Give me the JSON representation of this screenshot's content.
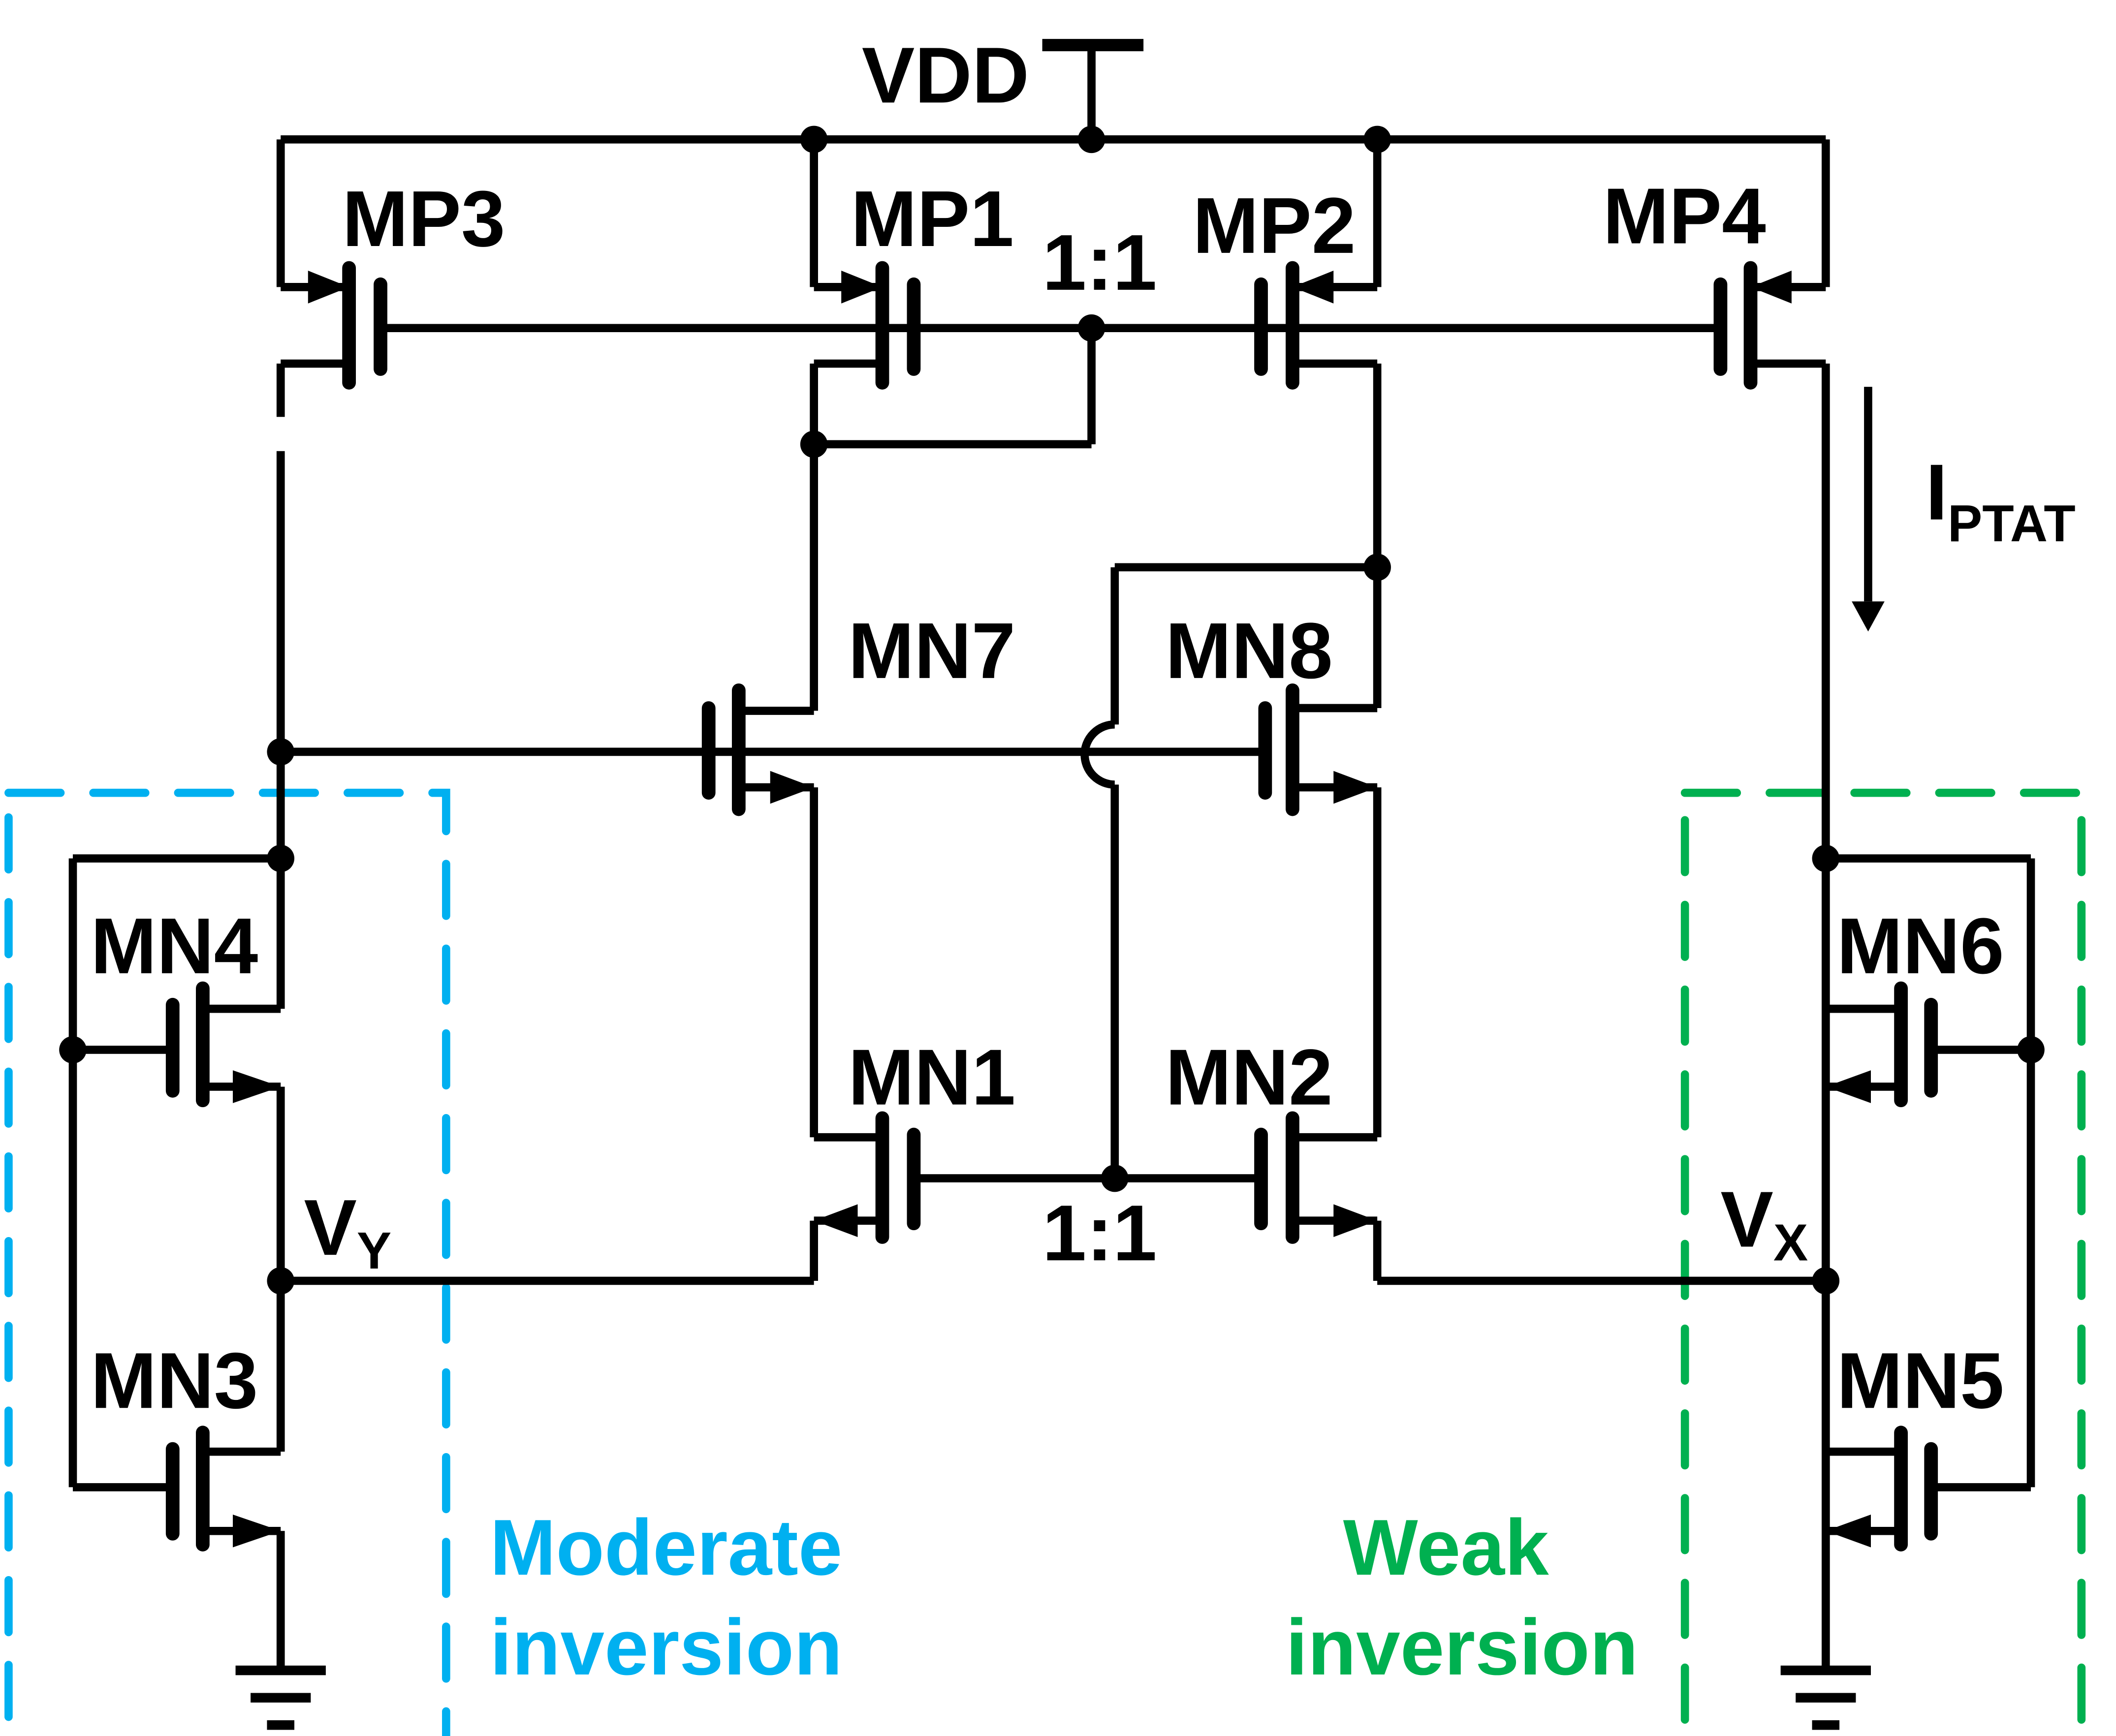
{
  "diagram": {
    "title": "PTAT current reference with moderate/weak inversion transistors",
    "supply_label": "VDD",
    "current_label": {
      "main": "I",
      "subscript": "PTAT"
    },
    "ratio_top": "1:1",
    "ratio_bottom": "1:1",
    "node_vy": {
      "main": "V",
      "subscript": "Y"
    },
    "node_vx": {
      "main": "V",
      "subscript": "X"
    },
    "transistors": {
      "mp1": "MP1",
      "mp2": "MP2",
      "mp3": "MP3",
      "mp4": "MP4",
      "mn1": "MN1",
      "mn2": "MN2",
      "mn3": "MN3",
      "mn4": "MN4",
      "mn5": "MN5",
      "mn6": "MN6",
      "mn7": "MN7",
      "mn8": "MN8"
    },
    "regions": {
      "moderate": {
        "line1": "Moderate",
        "line2": "inversion",
        "color": "#00B0F0"
      },
      "weak": {
        "line1": "Weak",
        "line2": "inversion",
        "color": "#00B050"
      }
    }
  }
}
